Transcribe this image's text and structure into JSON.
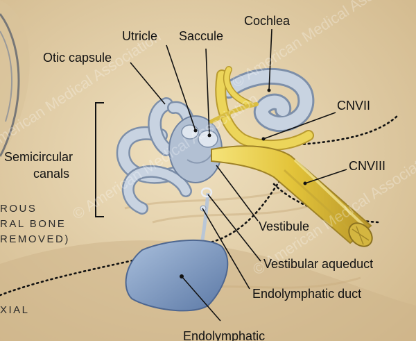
{
  "labels": {
    "cochlea": "Cochlea",
    "utricle": "Utricle",
    "saccule": "Saccule",
    "otic_capsule": "Otic capsule",
    "cnvii": "CNVII",
    "semicircular_line1": "Semicircular",
    "semicircular_line2": "canals",
    "cnviii": "CNVIII",
    "petrous_line1": "ROUS",
    "petrous_line2": "RAL BONE",
    "petrous_line3": "REMOVED)",
    "vestibule": "Vestibule",
    "vestibular_aqueduct": "Vestibular aqueduct",
    "endolymphatic_duct": "Endolymphatic duct",
    "axial": "XIAL",
    "endolymphatic_sac": "Endolymphatic"
  },
  "watermark": "© American Medical Association",
  "colors": {
    "background": "#e8d6b0",
    "nerve": "#e8cf42",
    "labyrinth": "#b9c6d6",
    "sac": "#7f9cc4"
  }
}
